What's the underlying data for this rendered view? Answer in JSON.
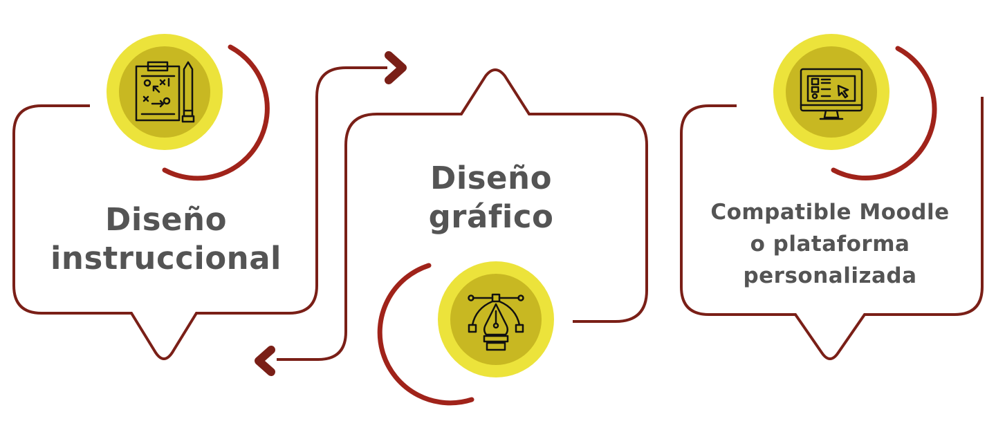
{
  "steps": [
    {
      "label_line1": "Diseño",
      "label_line2": "instruccional",
      "icon": "clipboard-strategy-icon"
    },
    {
      "label_line1": "Diseño",
      "label_line2": "gráfico",
      "icon": "pen-tool-icon"
    },
    {
      "label_line1": "Compatible Moodle",
      "label_line2": "o plataforma",
      "label_line3": "personalizada",
      "icon": "monitor-interface-icon"
    }
  ],
  "colors": {
    "accent_dark_red": "#7a1f17",
    "arc_red": "#a0231a",
    "badge_outer": "#ece33b",
    "badge_inner": "#c8b822",
    "text": "#545454"
  }
}
